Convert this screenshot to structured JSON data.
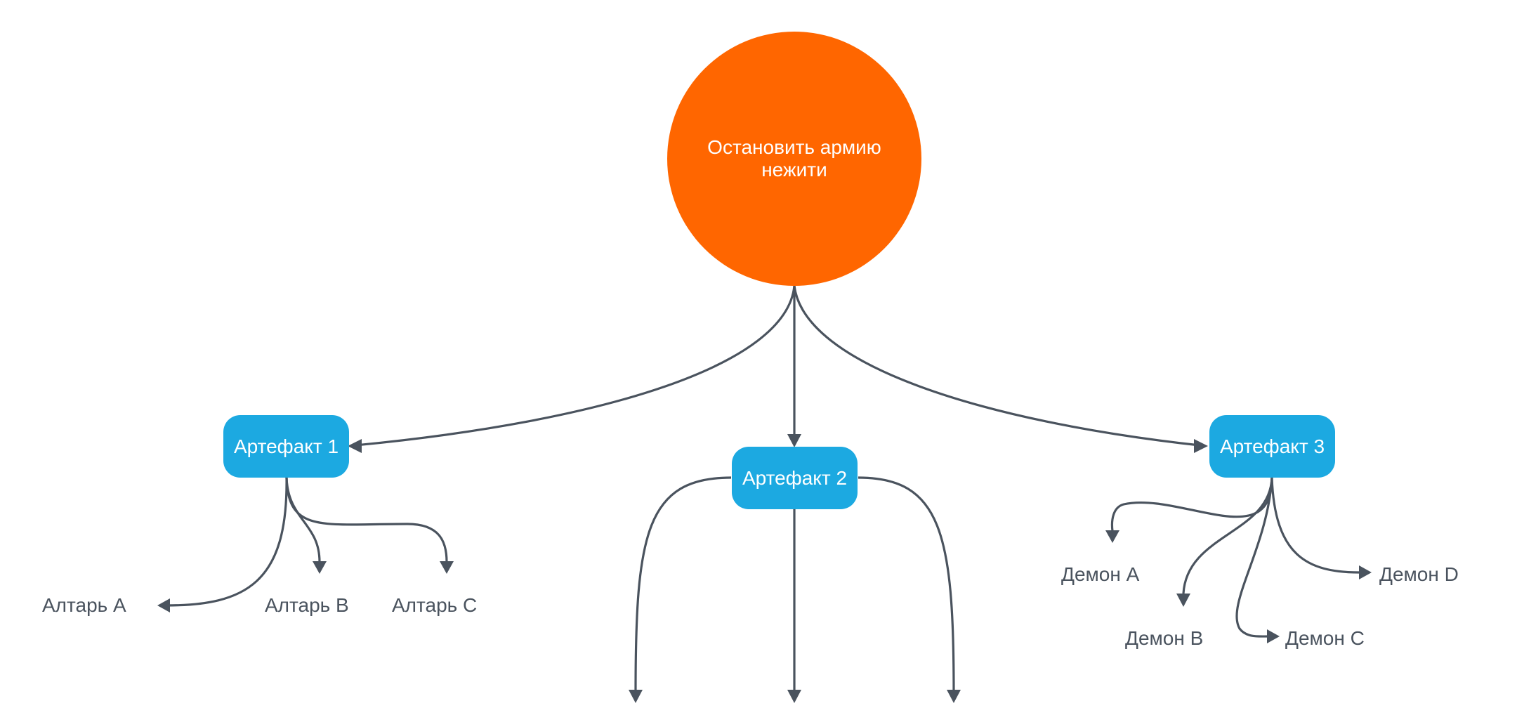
{
  "colors": {
    "goal": "#ff6600",
    "artifact": "#1ca9e1",
    "edge": "#4a535e",
    "label_text": "#4a535e",
    "node_text": "#ffffff"
  },
  "goal": {
    "label": "Остановить армию нежити"
  },
  "artifacts": [
    {
      "label": "Артефакт 1",
      "children": [
        "Алтарь A",
        "Алтарь B",
        "Алтарь C"
      ]
    },
    {
      "label": "Артефакт 2",
      "children": []
    },
    {
      "label": "Артефакт 3",
      "children": [
        "Демон A",
        "Демон B",
        "Демон C",
        "Демон D"
      ]
    }
  ]
}
